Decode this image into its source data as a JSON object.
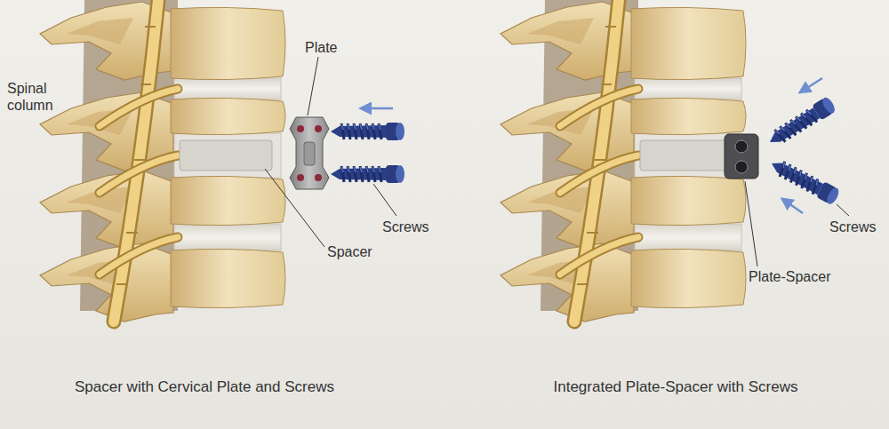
{
  "diagram": {
    "labels": [
      "Spinal column",
      "Plate",
      "Screws",
      "Spacer",
      "Spacer with Cervical Plate and Screws",
      "Screws",
      "Plate-Spacer",
      "Integrated Plate-Spacer with Screws"
    ]
  }
}
